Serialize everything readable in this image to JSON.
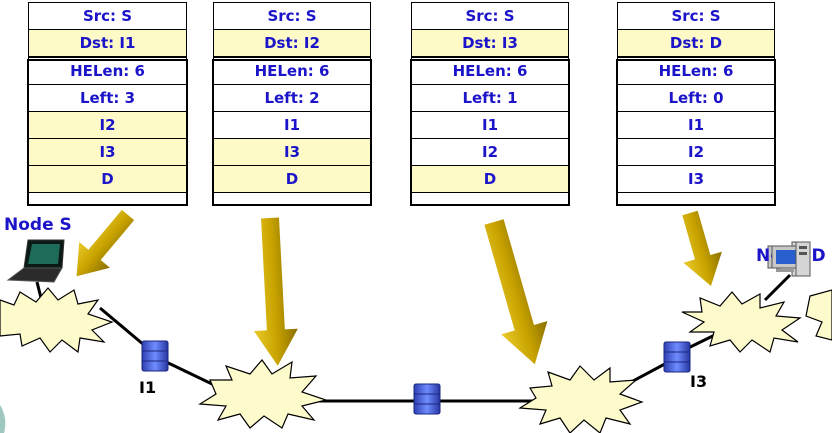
{
  "tables": [
    {
      "id": "t1",
      "src": "Src: S",
      "dst": "Dst: I1",
      "helen": "HELen: 6",
      "left": "Left: 3",
      "hops": [
        "I2",
        "I3",
        "D"
      ]
    },
    {
      "id": "t2",
      "src": "Src: S",
      "dst": "Dst: I2",
      "helen": "HELen: 6",
      "left": "Left: 2",
      "hops": [
        "I1",
        "I3",
        "D"
      ]
    },
    {
      "id": "t3",
      "src": "Src: S",
      "dst": "Dst: I3",
      "helen": "HELen: 6",
      "left": "Left: 1",
      "hops": [
        "I1",
        "I2",
        "D"
      ]
    },
    {
      "id": "t4",
      "src": "Src: S",
      "dst": "Dst: D",
      "helen": "HELen: 6",
      "left": "Left: 0",
      "hops": [
        "I1",
        "I2",
        "I3"
      ]
    }
  ],
  "nodes": {
    "source_label": "Node S",
    "dest_label": "Node D",
    "i1_label": "I1",
    "i3_label": "I3"
  },
  "colors": {
    "text_blue": "#1b14c8",
    "yellow_cell": "#fdfac8",
    "cloud_fill": "#fdfacb",
    "arrow_gold": "#c9a400",
    "router_blue": "#4a66e0"
  }
}
